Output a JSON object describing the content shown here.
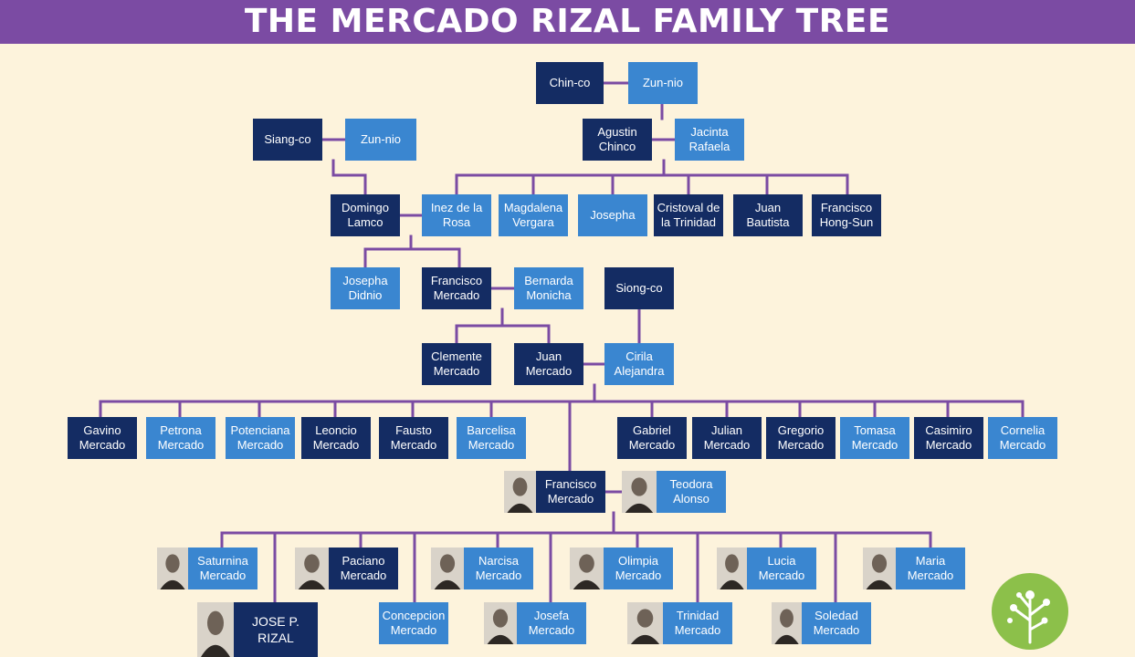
{
  "title": "THE MERCADO RIZAL FAMILY TREE",
  "colors": {
    "header": "#7b4ba3",
    "background": "#fdf3dc",
    "dark_box": "#142c63",
    "light_box": "#3a86d0",
    "line": "#7b4ba3",
    "logo": "#8cc04a"
  },
  "logo": {
    "icon": "tree-logo-icon"
  },
  "people": [
    {
      "id": "chin_co",
      "name": "Chin-co",
      "tone": "dark"
    },
    {
      "id": "zun_nio_1",
      "name": "Zun-nio",
      "tone": "light"
    },
    {
      "id": "siang_co",
      "name": "Siang-co",
      "tone": "dark"
    },
    {
      "id": "zun_nio_2",
      "name": "Zun-nio",
      "tone": "light"
    },
    {
      "id": "agustin",
      "name": "Agustin\nChinco",
      "tone": "dark"
    },
    {
      "id": "jacinta",
      "name": "Jacinta\nRafaela",
      "tone": "light"
    },
    {
      "id": "domingo",
      "name": "Domingo\nLamco",
      "tone": "dark"
    },
    {
      "id": "inez",
      "name": "Inez de la\nRosa",
      "tone": "light"
    },
    {
      "id": "magdalena",
      "name": "Magdalena\nVergara",
      "tone": "light"
    },
    {
      "id": "josepha_1",
      "name": "Josepha",
      "tone": "light"
    },
    {
      "id": "cristoval",
      "name": "Cristoval de\nla Trinidad",
      "tone": "dark"
    },
    {
      "id": "juan_bautista",
      "name": "Juan\nBautista",
      "tone": "dark"
    },
    {
      "id": "francisco_hs",
      "name": "Francisco\nHong-Sun",
      "tone": "dark"
    },
    {
      "id": "josepha_didnio",
      "name": "Josepha\nDidnio",
      "tone": "light"
    },
    {
      "id": "francisco_m1",
      "name": "Francisco\nMercado",
      "tone": "dark"
    },
    {
      "id": "bernarda",
      "name": "Bernarda\nMonicha",
      "tone": "light"
    },
    {
      "id": "siong_co",
      "name": "Siong-co",
      "tone": "dark"
    },
    {
      "id": "clemente",
      "name": "Clemente\nMercado",
      "tone": "dark"
    },
    {
      "id": "juan_m",
      "name": "Juan\nMercado",
      "tone": "dark"
    },
    {
      "id": "cirila",
      "name": "Cirila\nAlejandra",
      "tone": "light"
    },
    {
      "id": "gavino",
      "name": "Gavino\nMercado",
      "tone": "dark"
    },
    {
      "id": "petrona",
      "name": "Petrona\nMercado",
      "tone": "light"
    },
    {
      "id": "potenciana",
      "name": "Potenciana\nMercado",
      "tone": "light"
    },
    {
      "id": "leoncio",
      "name": "Leoncio\nMercado",
      "tone": "dark"
    },
    {
      "id": "fausto",
      "name": "Fausto\nMercado",
      "tone": "dark"
    },
    {
      "id": "barcelisa",
      "name": "Barcelisa\nMercado",
      "tone": "light"
    },
    {
      "id": "gabriel",
      "name": "Gabriel\nMercado",
      "tone": "dark"
    },
    {
      "id": "julian",
      "name": "Julian\nMercado",
      "tone": "dark"
    },
    {
      "id": "gregorio",
      "name": "Gregorio\nMercado",
      "tone": "dark"
    },
    {
      "id": "tomasa",
      "name": "Tomasa\nMercado",
      "tone": "light"
    },
    {
      "id": "casimiro",
      "name": "Casimiro\nMercado",
      "tone": "dark"
    },
    {
      "id": "cornelia",
      "name": "Cornelia\nMercado",
      "tone": "light"
    },
    {
      "id": "francisco_m2",
      "name": "Francisco\nMercado",
      "tone": "dark",
      "photo": true
    },
    {
      "id": "teodora",
      "name": "Teodora\nAlonso",
      "tone": "light",
      "photo": true
    },
    {
      "id": "saturnina",
      "name": "Saturnina\nMercado",
      "tone": "light",
      "photo": true
    },
    {
      "id": "paciano",
      "name": "Paciano\nMercado",
      "tone": "dark",
      "photo": true
    },
    {
      "id": "narcisa",
      "name": "Narcisa\nMercado",
      "tone": "light",
      "photo": true
    },
    {
      "id": "olimpia",
      "name": "Olimpia\nMercado",
      "tone": "light",
      "photo": true
    },
    {
      "id": "lucia",
      "name": "Lucia\nMercado",
      "tone": "light",
      "photo": true
    },
    {
      "id": "maria",
      "name": "Maria\nMercado",
      "tone": "light",
      "photo": true
    },
    {
      "id": "jose",
      "name": "JOSE P.\nRIZAL",
      "tone": "dark",
      "photo": true
    },
    {
      "id": "concepcion",
      "name": "Concepcion\nMercado",
      "tone": "light"
    },
    {
      "id": "josefa",
      "name": "Josefa\nMercado",
      "tone": "light",
      "photo": true
    },
    {
      "id": "trinidad",
      "name": "Trinidad\nMercado",
      "tone": "light",
      "photo": true
    },
    {
      "id": "soledad",
      "name": "Soledad\nMercado",
      "tone": "light",
      "photo": true
    }
  ]
}
